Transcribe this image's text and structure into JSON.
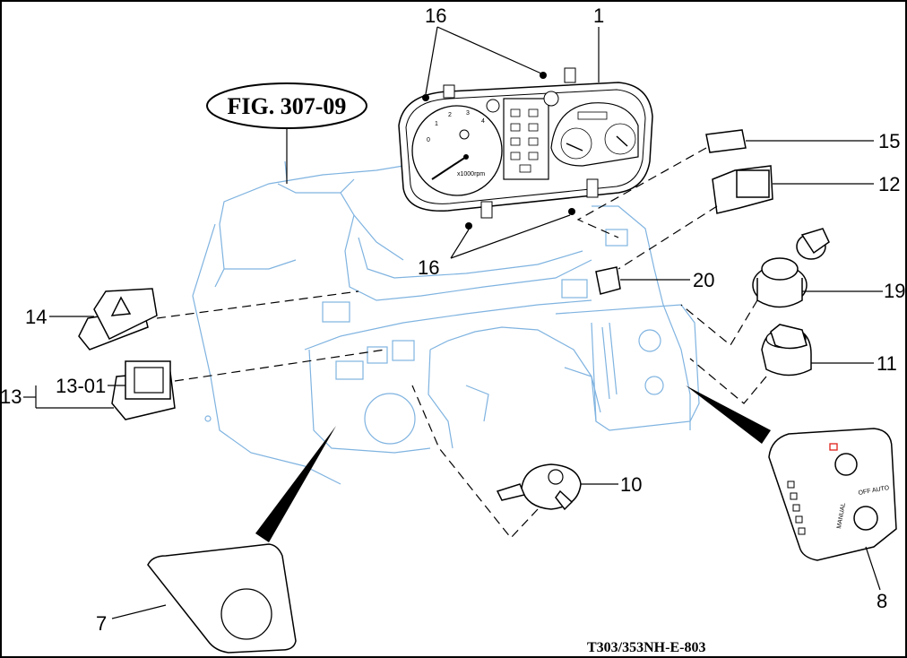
{
  "figure": {
    "title": "FIG. 307-09",
    "code": "T303/353NH-E-803"
  },
  "callouts": {
    "c1": "1",
    "c7": "7",
    "c8": "8",
    "c10": "10",
    "c11": "11",
    "c12": "12",
    "c13": "13",
    "c13_01": "13-01",
    "c14": "14",
    "c15": "15",
    "c16_top": "16",
    "c16_bottom": "16",
    "c19": "19",
    "c20": "20"
  },
  "gauge": {
    "rpm_unit": "x1000rpm",
    "ticks": [
      "0",
      "1",
      "2",
      "3",
      "4"
    ]
  },
  "panel8": {
    "off_auto": "OFF AUTO",
    "manual": "MANUAL"
  },
  "colors": {
    "line": "#000000",
    "blue_outline": "#7fb3e0",
    "accent_red": "#e0201a"
  }
}
